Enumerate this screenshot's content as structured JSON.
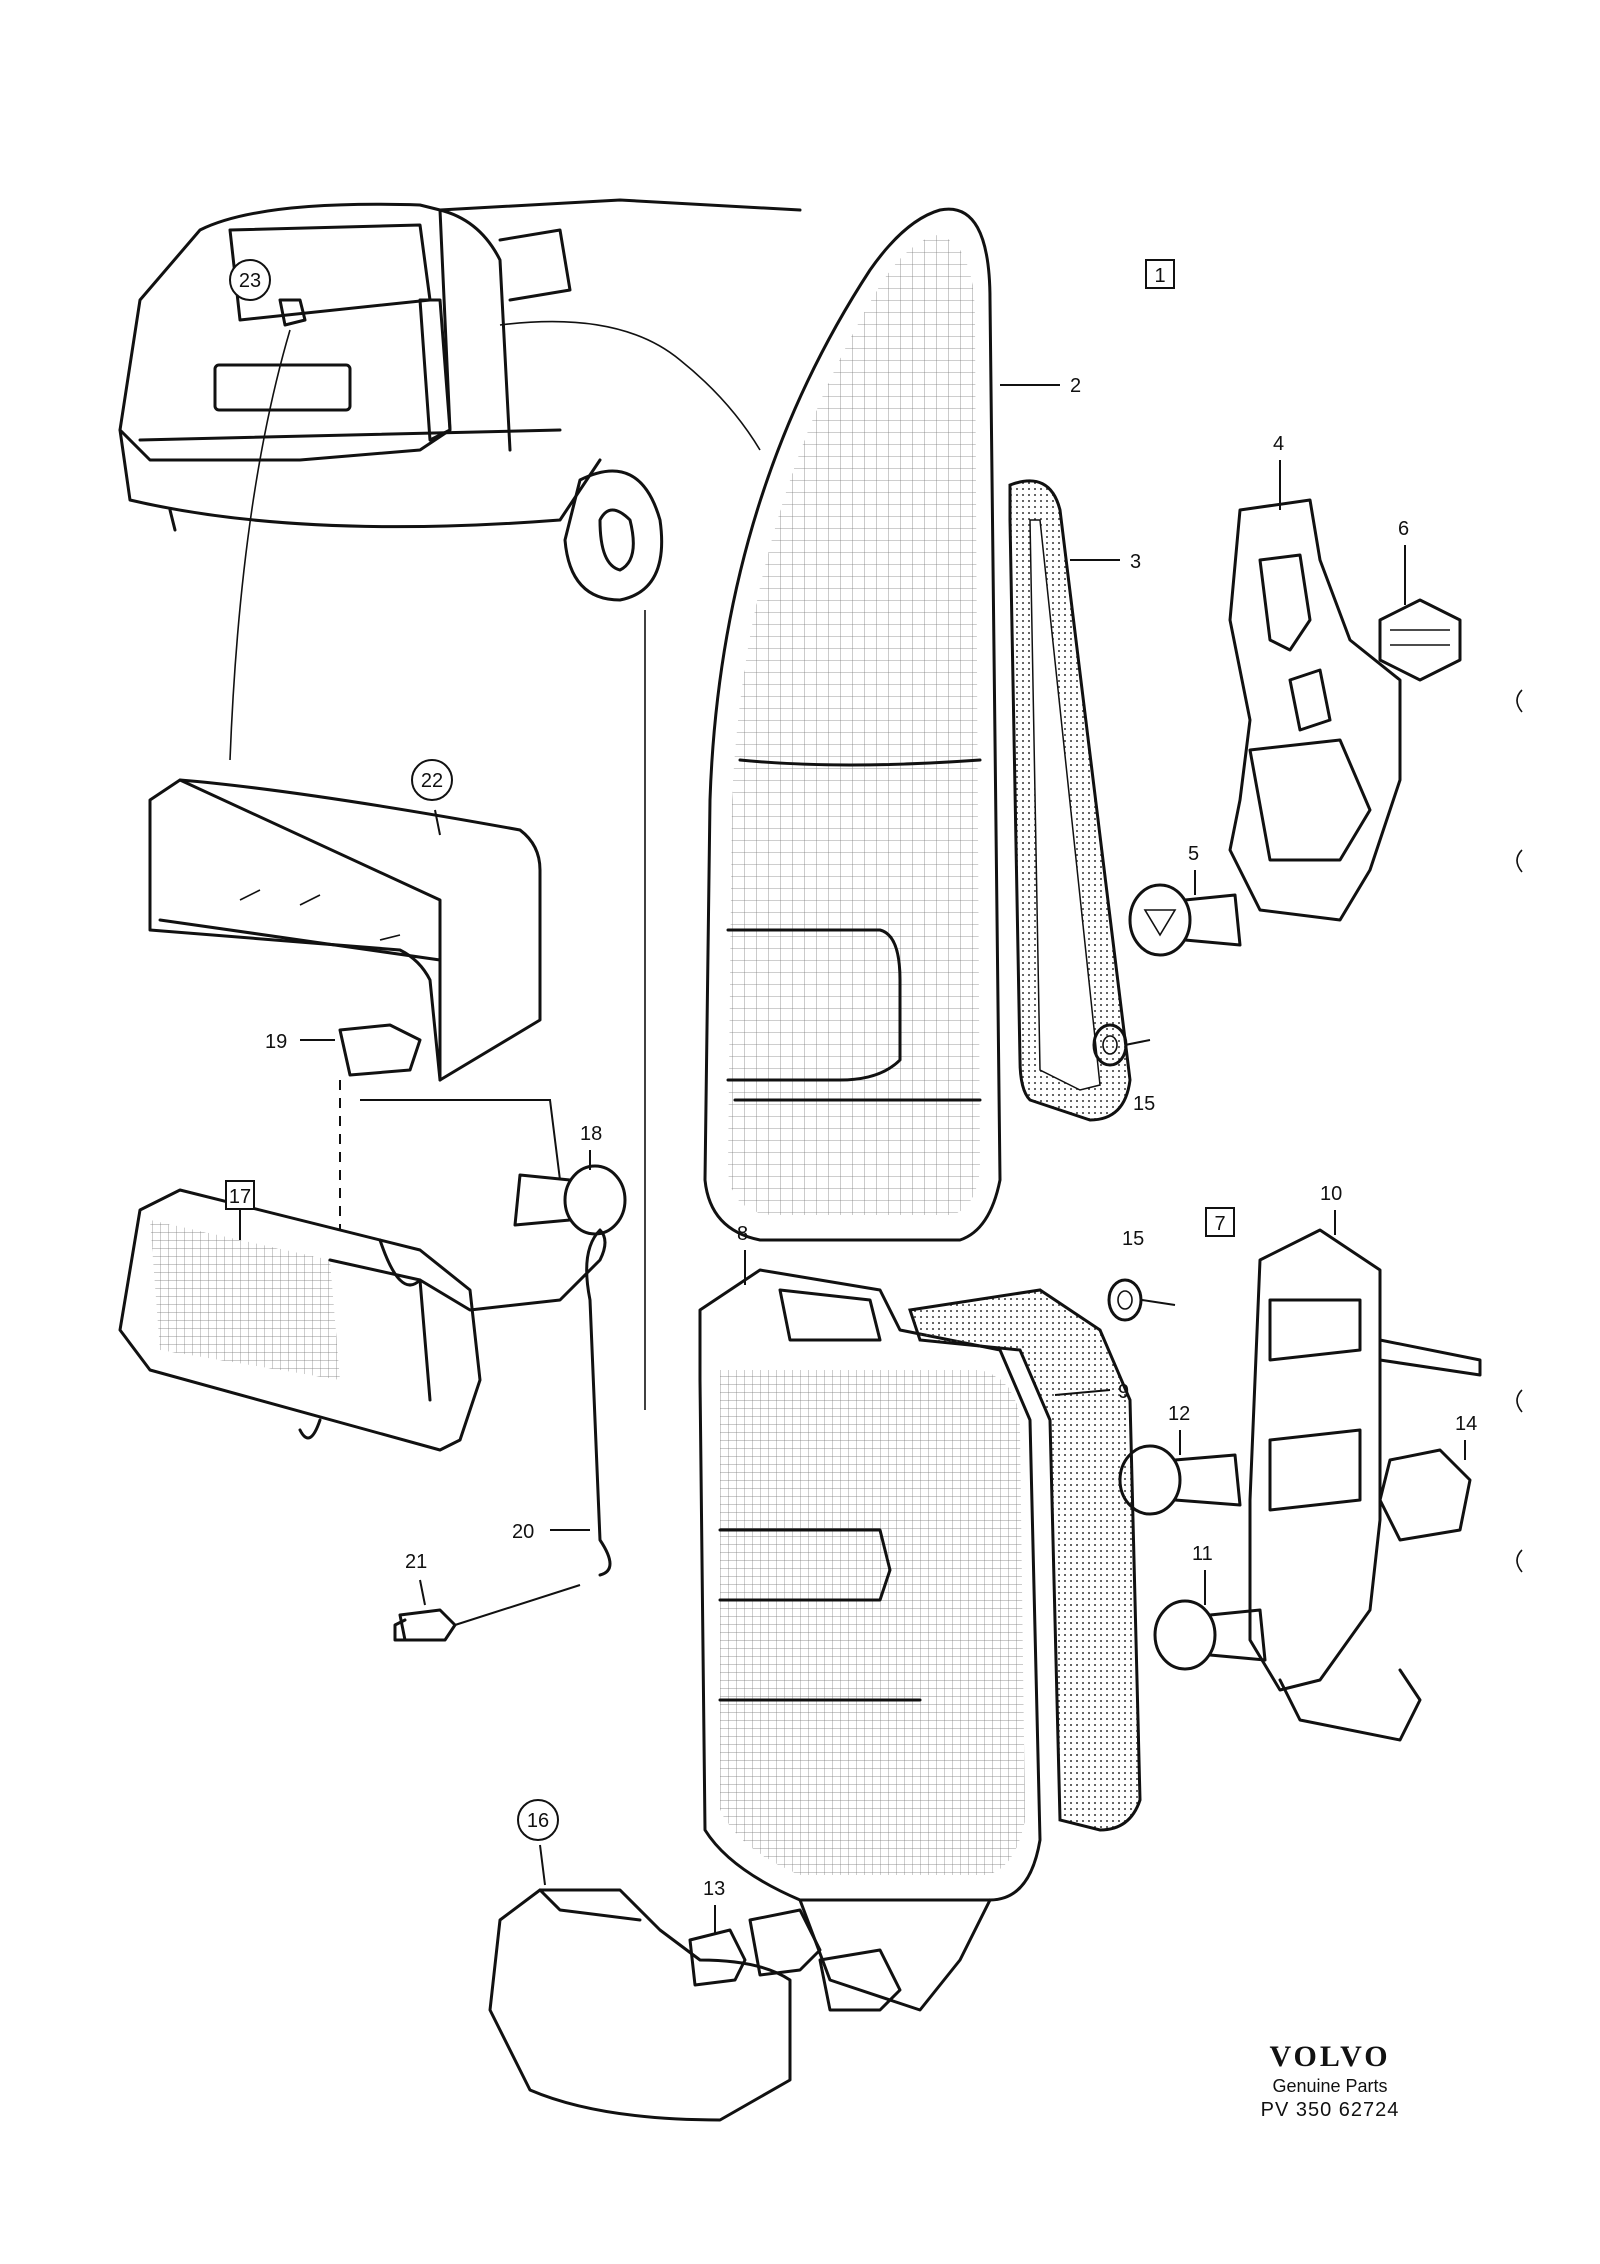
{
  "callouts": {
    "c1": "1",
    "c2": "2",
    "c3": "3",
    "c4": "4",
    "c5": "5",
    "c6": "6",
    "c7": "7",
    "c8": "8",
    "c9": "9",
    "c10": "10",
    "c11": "11",
    "c12": "12",
    "c13": "13",
    "c14": "14",
    "c15a": "15",
    "c15b": "15",
    "c16": "16",
    "c17": "17",
    "c18": "18",
    "c19": "19",
    "c20": "20",
    "c21": "21",
    "c22": "22",
    "c23": "23"
  },
  "brand": {
    "logo": "VOLVO",
    "tagline": "Genuine Parts",
    "code": "PV 350 62724"
  },
  "colors": {
    "ink": "#111111",
    "paper": "#ffffff"
  }
}
